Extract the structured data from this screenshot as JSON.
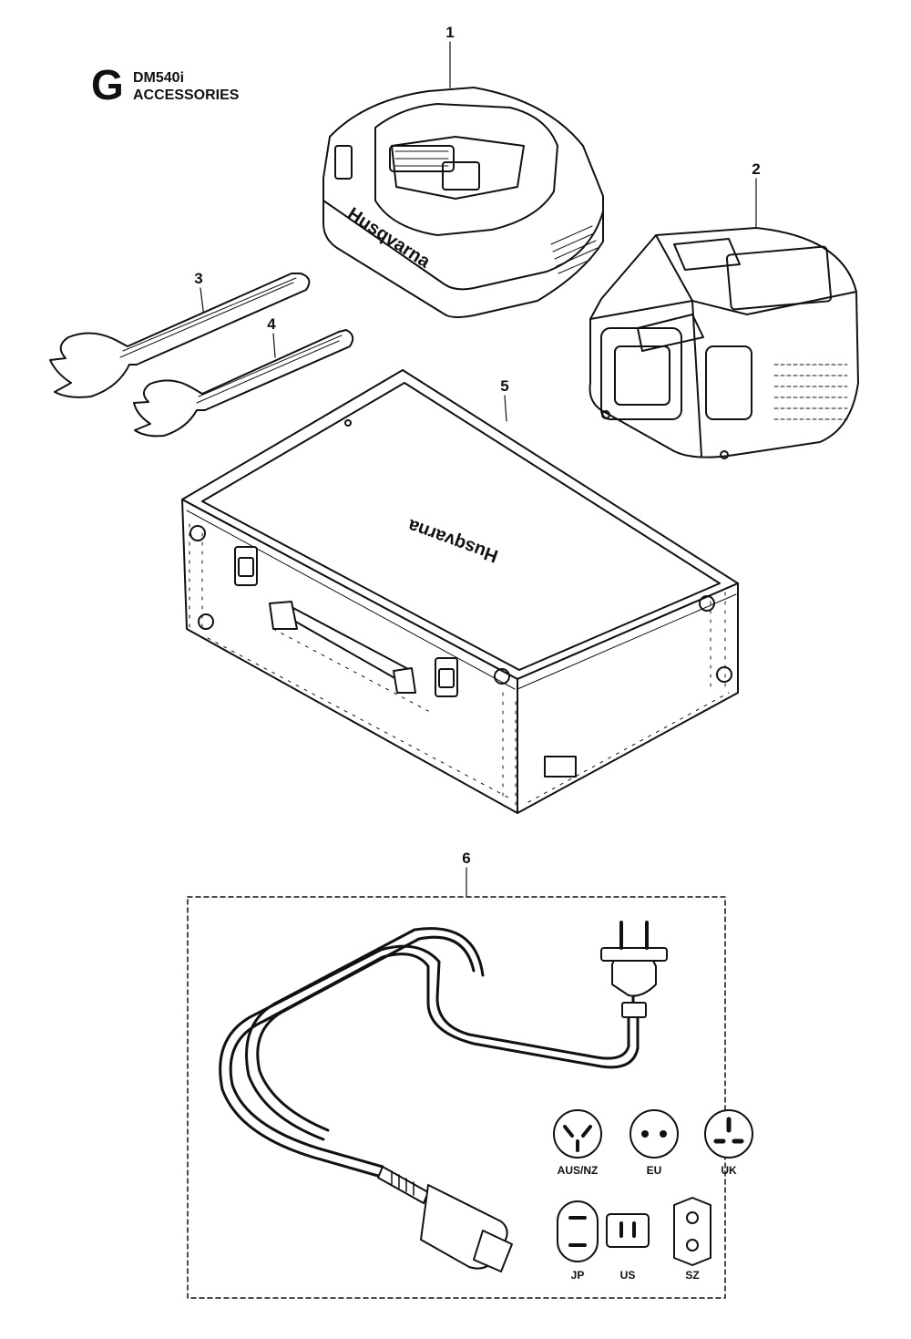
{
  "header": {
    "section_letter": "G",
    "model": "DM540i",
    "title": "ACCESSORIES"
  },
  "callouts": [
    "1",
    "2",
    "3",
    "4",
    "5",
    "6"
  ],
  "brand": {
    "charger_text": "Husqvarna",
    "case_text": "Husqvarna"
  },
  "plugs": [
    {
      "label": "AUS/NZ"
    },
    {
      "label": "EU"
    },
    {
      "label": "UK"
    },
    {
      "label": "JP"
    },
    {
      "label": "US"
    },
    {
      "label": "SZ"
    }
  ]
}
